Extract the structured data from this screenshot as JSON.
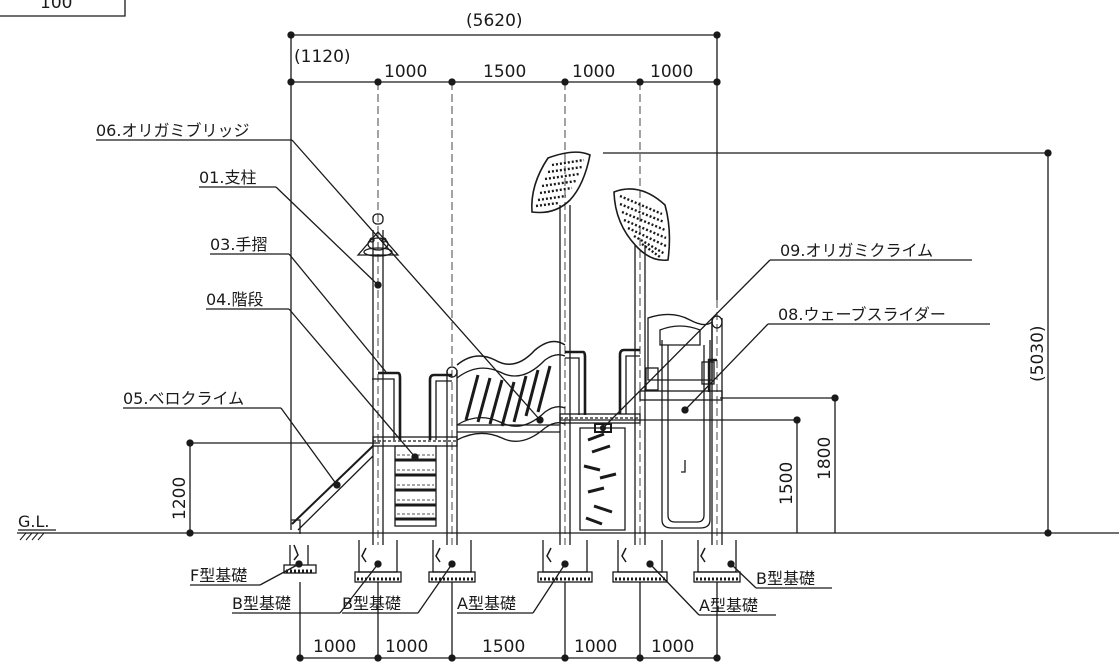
{
  "page_box": "100",
  "ground_label": "G.L.",
  "dims_top": {
    "overall": "(5620)",
    "left_offset": "(1120)",
    "spans": [
      "1000",
      "1500",
      "1000",
      "1000"
    ]
  },
  "dims_bottom": {
    "spans": [
      "1000",
      "1000",
      "1500",
      "1000",
      "1000"
    ]
  },
  "dims_vertical": {
    "deck_left": "1200",
    "deck_right": "1500",
    "slide_top": "1800",
    "overall": "(5030)"
  },
  "labels": {
    "bridge": "06.オリガミブリッジ",
    "post": "01.支柱",
    "handrail": "03.手摺",
    "stairs": "04.階段",
    "bero_climb": "05.ベロクライム",
    "origami_climb": "09.オリガミクライム",
    "wave_slider": "08.ウェーブスライダー"
  },
  "foundations": {
    "f": "F型基礎",
    "b1": "B型基礎",
    "b2": "B型基礎",
    "a1": "A型基礎",
    "a2": "A型基礎",
    "b3": "B型基礎"
  }
}
